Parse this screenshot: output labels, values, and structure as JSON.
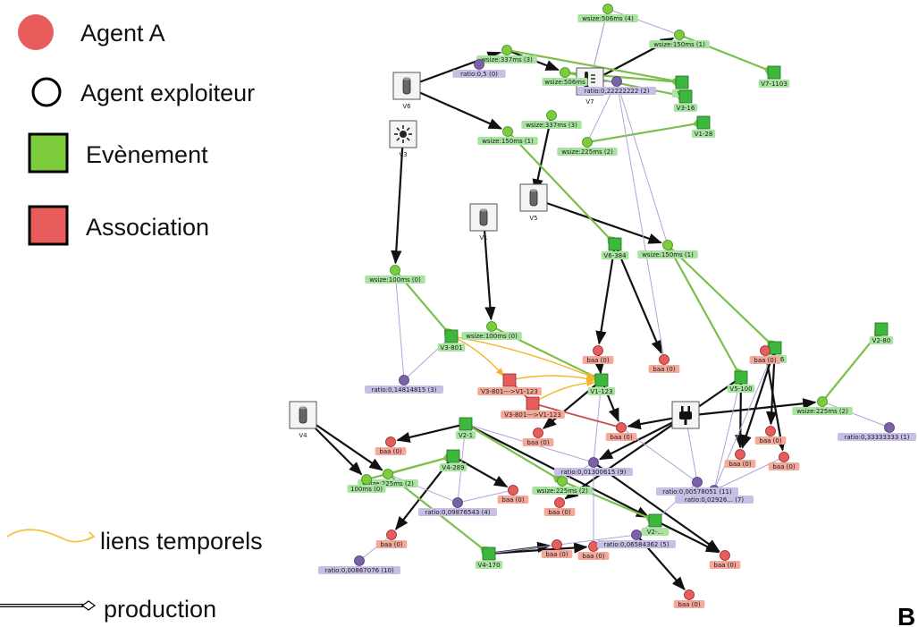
{
  "panel_letter": "B",
  "legend": {
    "agent_a": {
      "label": "Agent A",
      "color": "#e85c5c"
    },
    "agent_exploiteur": {
      "label": "Agent exploiteur"
    },
    "evenement": {
      "label": "Evènement",
      "color": "#7ccc3c"
    },
    "association": {
      "label": "Association",
      "color": "#e85c5c"
    },
    "liens_temporels": {
      "label": "liens temporels",
      "color": "#f5c242"
    },
    "production": {
      "label": "production"
    }
  },
  "colors": {
    "green_node": "#7ccc3c",
    "green_square": "#3eb73e",
    "red_node": "#e85c5c",
    "purple_node": "#7b62a8",
    "green_tag": "#a8e4a0",
    "red_tag": "#f4a99a",
    "purple_tag": "#c8bfe6",
    "edge_green": "#7cbf4a",
    "edge_purple": "#b3a3d6",
    "edge_black": "#111111",
    "edge_orange": "#f5b52a",
    "edge_red": "#c0504d"
  },
  "devices": [
    {
      "id": "V6",
      "label": "V6",
      "icon": "cylinder-icon"
    },
    {
      "id": "V3",
      "label": "V3",
      "icon": "sun-icon"
    },
    {
      "id": "V7",
      "label": "V7",
      "icon": "thermometer-icon"
    },
    {
      "id": "V1",
      "label": "V1",
      "icon": "cylinder-icon"
    },
    {
      "id": "V5",
      "label": "V5",
      "icon": "cylinder-icon"
    },
    {
      "id": "V4",
      "label": "V4",
      "icon": "cylinder-icon"
    },
    {
      "id": "V2",
      "label": "",
      "icon": "plug-icon"
    }
  ],
  "green_circles": [
    {
      "id": "g1",
      "label": "wsize:506ms (4)"
    },
    {
      "id": "g2",
      "label": "wsize:150ms (1)"
    },
    {
      "id": "g3",
      "label": "wsize:337ms (3)"
    },
    {
      "id": "g4",
      "label": "wsize:506ms"
    },
    {
      "id": "g5",
      "label": "wsize:337ms (3)"
    },
    {
      "id": "g6",
      "label": "wsize:150ms (1)"
    },
    {
      "id": "g7",
      "label": "wsize:225ms (2)"
    },
    {
      "id": "g8",
      "label": "wsize:150ms (1)"
    },
    {
      "id": "g9",
      "label": "wsize:100ms (0)"
    },
    {
      "id": "g10",
      "label": "wsize:100ms (0)"
    },
    {
      "id": "g11",
      "label": "wsize:225ms (2)"
    },
    {
      "id": "g12",
      "label": "wsize:225ms (2)"
    },
    {
      "id": "g13",
      "label": "wsize:225ms (2)"
    },
    {
      "id": "g14",
      "label": "100ms (0)"
    }
  ],
  "event_squares": [
    {
      "id": "e1",
      "label": "V7-1103"
    },
    {
      "id": "e2",
      "label": "V..."
    },
    {
      "id": "e3",
      "label": "V3-16"
    },
    {
      "id": "e4",
      "label": "V1-28"
    },
    {
      "id": "e5",
      "label": "V6-384"
    },
    {
      "id": "e6",
      "label": "V3-801"
    },
    {
      "id": "e7",
      "label": "V1-123"
    },
    {
      "id": "e8",
      "label": "V5-96"
    },
    {
      "id": "e9",
      "label": "V5-100"
    },
    {
      "id": "e10",
      "label": "V2-80"
    },
    {
      "id": "e11",
      "label": "V2-1"
    },
    {
      "id": "e12",
      "label": "V4-289"
    },
    {
      "id": "e13",
      "label": "V4-170"
    },
    {
      "id": "e14",
      "label": "V2-..."
    }
  ],
  "association_squares": [
    {
      "id": "a1",
      "label": "V3-801--->V1-123"
    },
    {
      "id": "a2",
      "label": "V3-801--->V1-123"
    }
  ],
  "red_circles": [
    {
      "id": "r1",
      "label": "baa (0)"
    },
    {
      "id": "r2",
      "label": "baa (0)"
    },
    {
      "id": "r3",
      "label": "baa (0)"
    },
    {
      "id": "r4",
      "label": "baa (0)"
    },
    {
      "id": "r5",
      "label": "baa (0)"
    },
    {
      "id": "r6",
      "label": "baa (0)"
    },
    {
      "id": "r7",
      "label": "baa (0)"
    },
    {
      "id": "r8",
      "label": "baa (0)"
    },
    {
      "id": "r9",
      "label": "baa (0)"
    },
    {
      "id": "r10",
      "label": "baa (0)"
    },
    {
      "id": "r11",
      "label": "baa (0)"
    },
    {
      "id": "r12",
      "label": "baa (0)"
    },
    {
      "id": "r13",
      "label": "baa (0)"
    },
    {
      "id": "r14",
      "label": "baa (0)"
    },
    {
      "id": "r15",
      "label": "baa (0)"
    },
    {
      "id": "r16",
      "label": "baa (0)"
    }
  ],
  "purple_circles": [
    {
      "id": "p1",
      "label": "ratio:0,5 (0)"
    },
    {
      "id": "p2",
      "label": "ratio:0,22222222 (2)"
    },
    {
      "id": "p3",
      "label": "ratio:0,14814815 (3)"
    },
    {
      "id": "p4",
      "label": "ratio:0,01300615 (9)"
    },
    {
      "id": "p5",
      "label": "ratio:0,02926... (7)"
    },
    {
      "id": "p6",
      "label": "ratio:0,00578051 (11)"
    },
    {
      "id": "p7",
      "label": "ratio:0,09876543 (4)"
    },
    {
      "id": "p8",
      "label": "ratio:0,06584362 (5)"
    },
    {
      "id": "p9",
      "label": "ratio:0,00867076 (10)"
    },
    {
      "id": "p10",
      "label": "ratio:0,33333333 (1)"
    }
  ]
}
